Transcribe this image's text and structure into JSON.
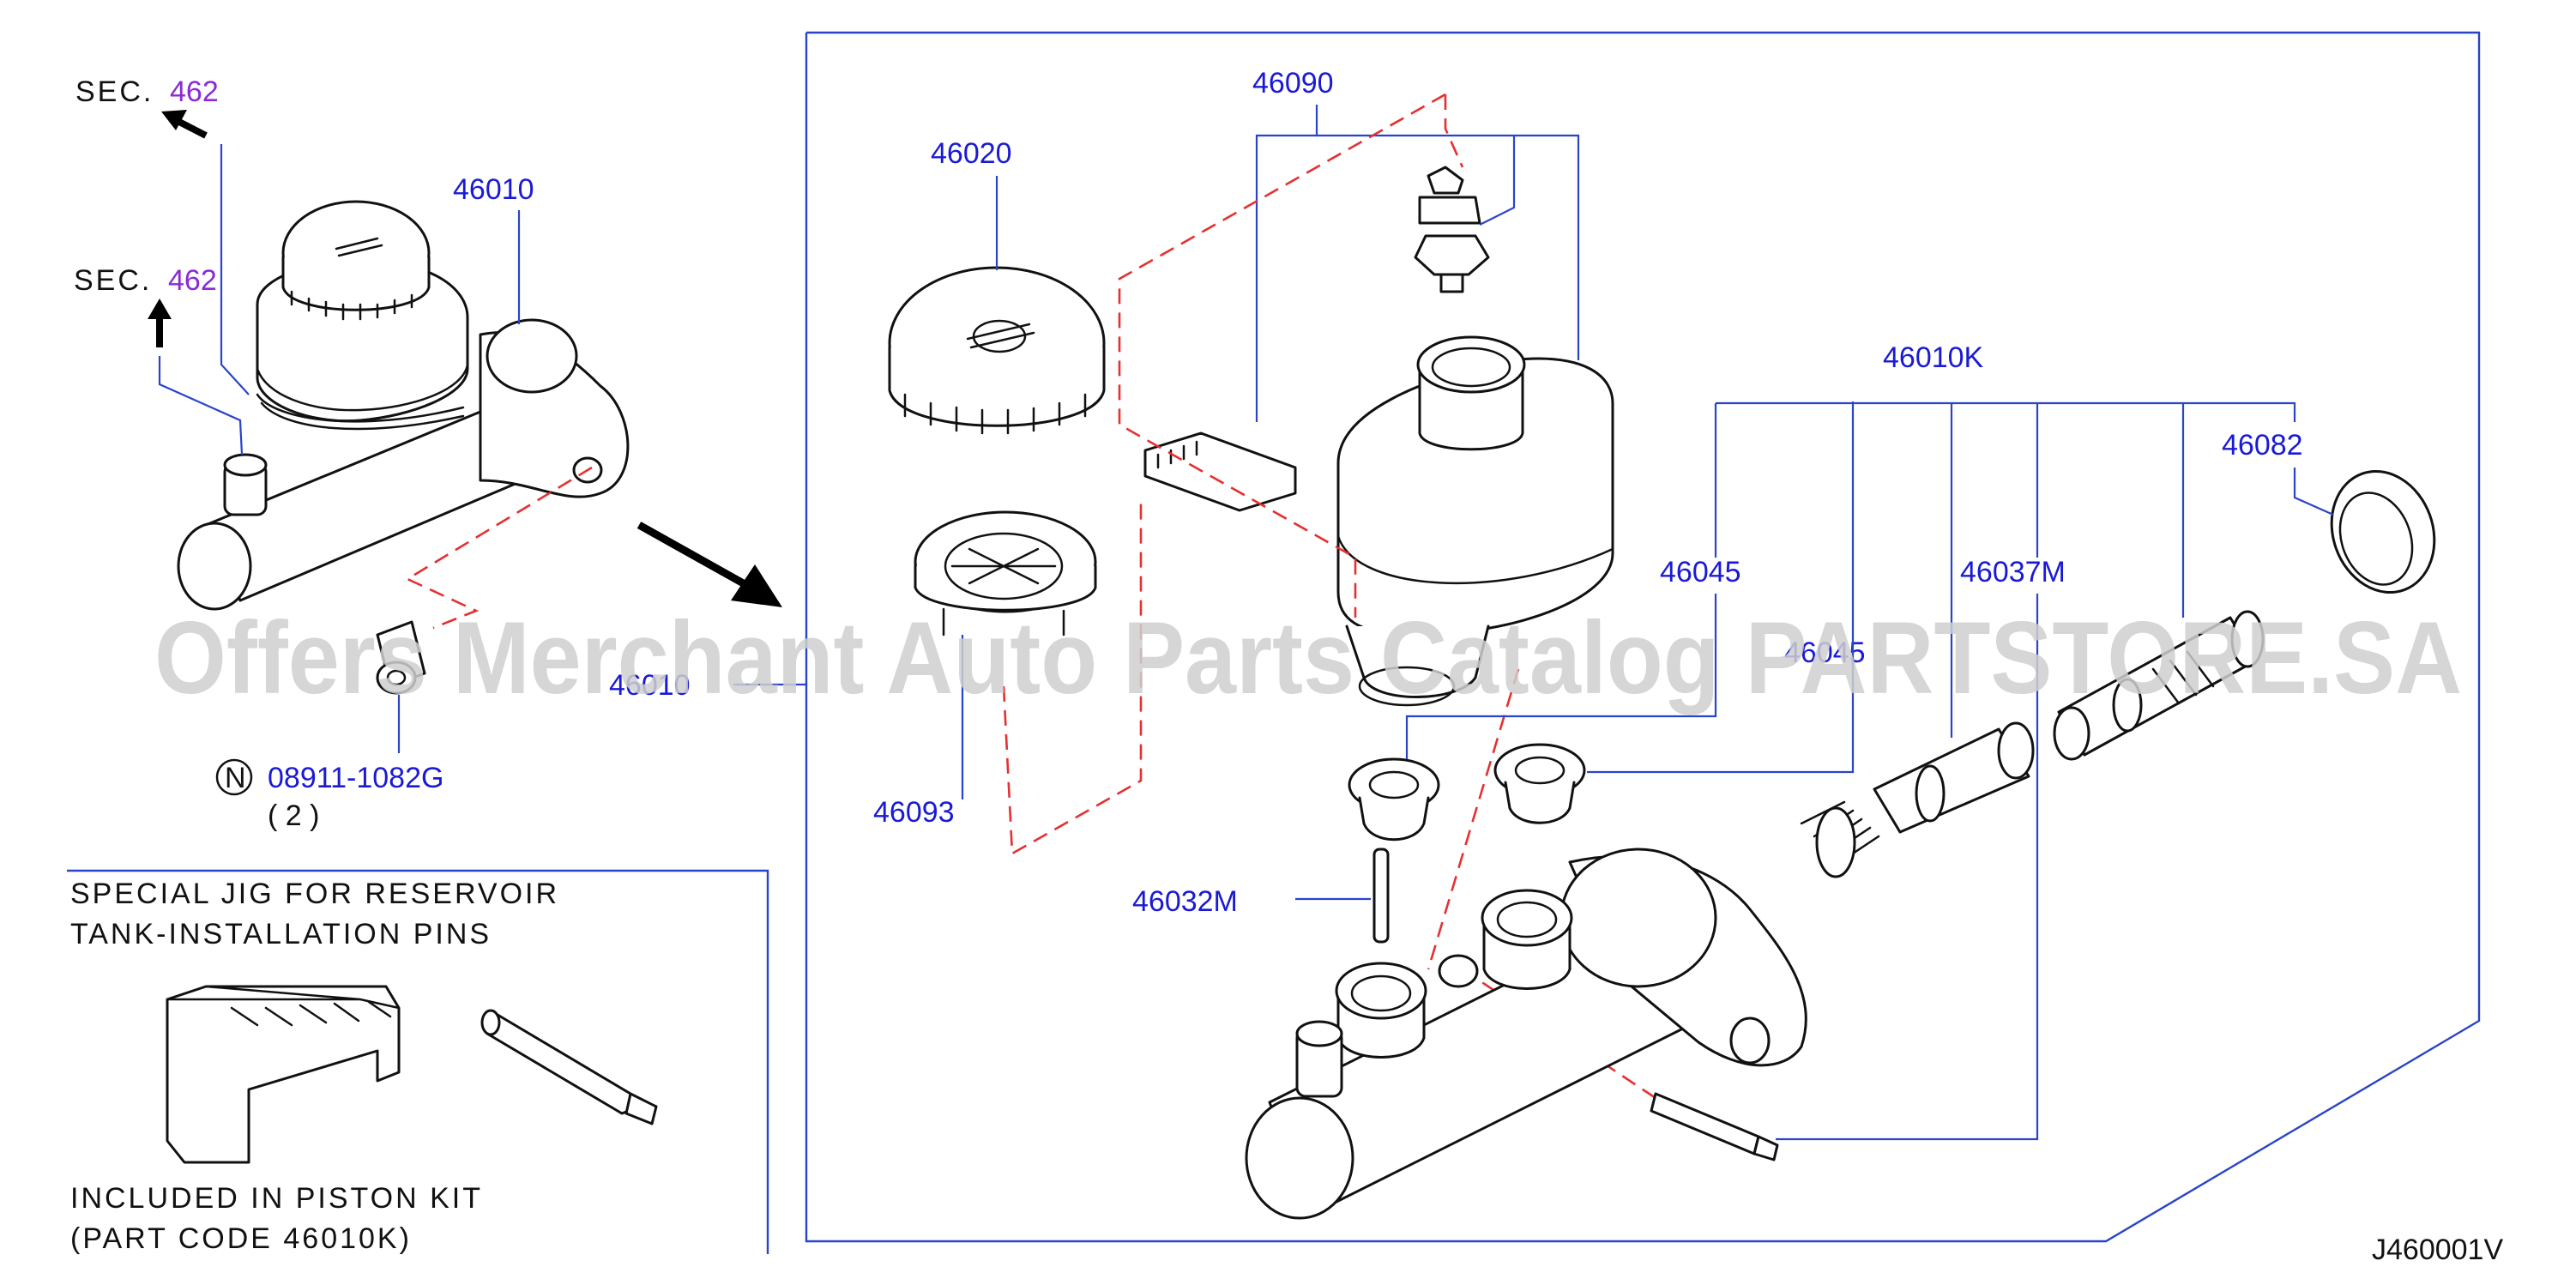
{
  "diagram": {
    "sec_prefix": "SEC.",
    "sec_top_number": "462",
    "sec_mid_number": "462",
    "part_numbers": {
      "p46010": "46010",
      "p46020": "46020",
      "p46090": "46090",
      "p46093": "46093",
      "p46010k": "46010K",
      "p46082": "46082",
      "p46045a": "46045",
      "p46045b": "46045",
      "p46037m": "46037M",
      "p46032m": "46032M",
      "p46010_small": "46010",
      "fastener": "08911-1082G",
      "fastener_qty": "( 2 )",
      "n_marker": "N"
    },
    "jig_box": {
      "line1": "SPECIAL JIG FOR RESERVOIR",
      "line2": "TANK-INSTALLATION PINS",
      "line3": "INCLUDED IN PISTON KIT",
      "line4": "(PART CODE 46010K)"
    },
    "diagram_code": "J460001V",
    "watermark": "Offers Merchant Auto Parts Catalog PARTSTORE.SA",
    "colors": {
      "label": "#1a1ad6",
      "leader": "#2a44c8",
      "dashed": "#e53030",
      "sec_number": "#8a2bd6"
    }
  }
}
